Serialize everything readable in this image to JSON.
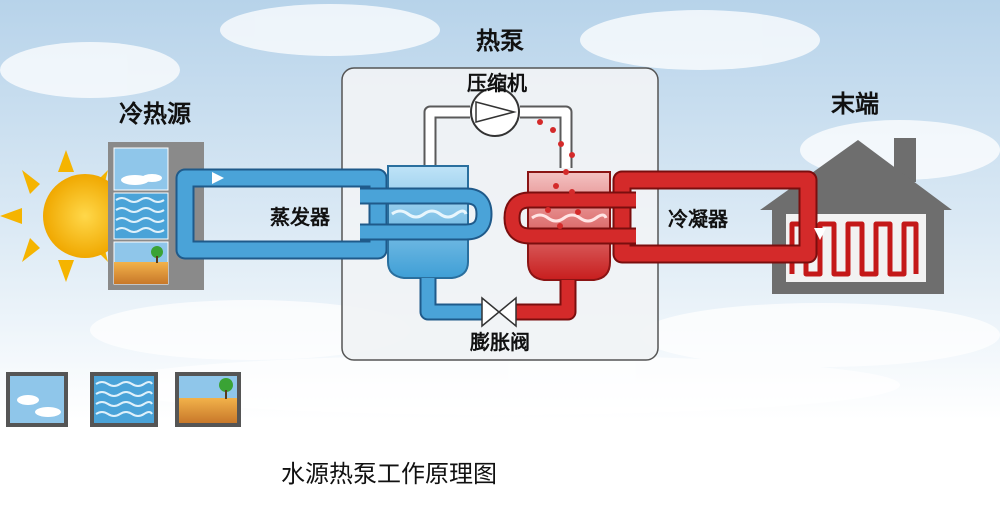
{
  "title": "热泵",
  "labels": {
    "cold_heat_source": "冷热源",
    "terminal": "末端",
    "compressor": "压缩机",
    "evaporator": "蒸发器",
    "condenser": "冷凝器",
    "expansion_valve": "膨胀阀"
  },
  "caption": "水源热泵工作原理图",
  "colors": {
    "cold_pipe": "#4aa3d8",
    "hot_pipe": "#d42a2a",
    "house": "#6e6e6e",
    "sun": "#f5b400",
    "sky": "#cfe3f1"
  },
  "icons": [
    "sun-icon",
    "air-tile-icon",
    "water-tile-icon",
    "soil-tile-icon",
    "house-icon",
    "compressor-icon",
    "valve-icon"
  ]
}
